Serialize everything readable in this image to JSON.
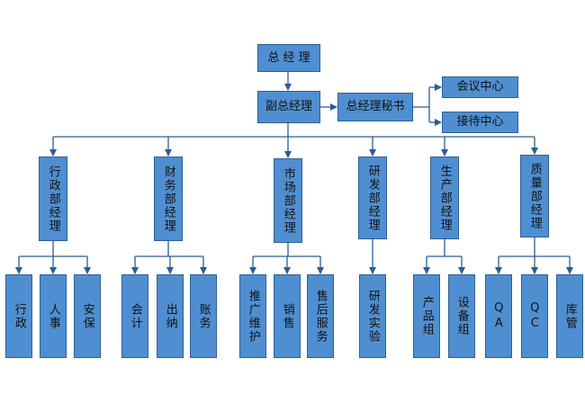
{
  "nodes": {
    "gm": "总 经 理",
    "deputy": "副总经理",
    "secretary": "总经理秘书",
    "meeting_center": "会议中心",
    "reception_center": "接待中心",
    "depts": [
      "行政部经理",
      "财务部经理",
      "市场部经理",
      "研发部经理",
      "生产部经理",
      "质量部经理"
    ],
    "subs": [
      [
        "行政",
        "人事",
        "安保"
      ],
      [
        "会计",
        "出纳",
        "账务"
      ],
      [
        "推广维护",
        "销售",
        "售后服务"
      ],
      [
        "研发实验"
      ],
      [
        "产品组",
        "设备组"
      ],
      [
        "QA",
        "QC",
        "库管"
      ]
    ]
  },
  "colors": {
    "box_fill": "#4f8fd1",
    "box_border": "#2e5f93",
    "connector": "#2a5d93"
  }
}
